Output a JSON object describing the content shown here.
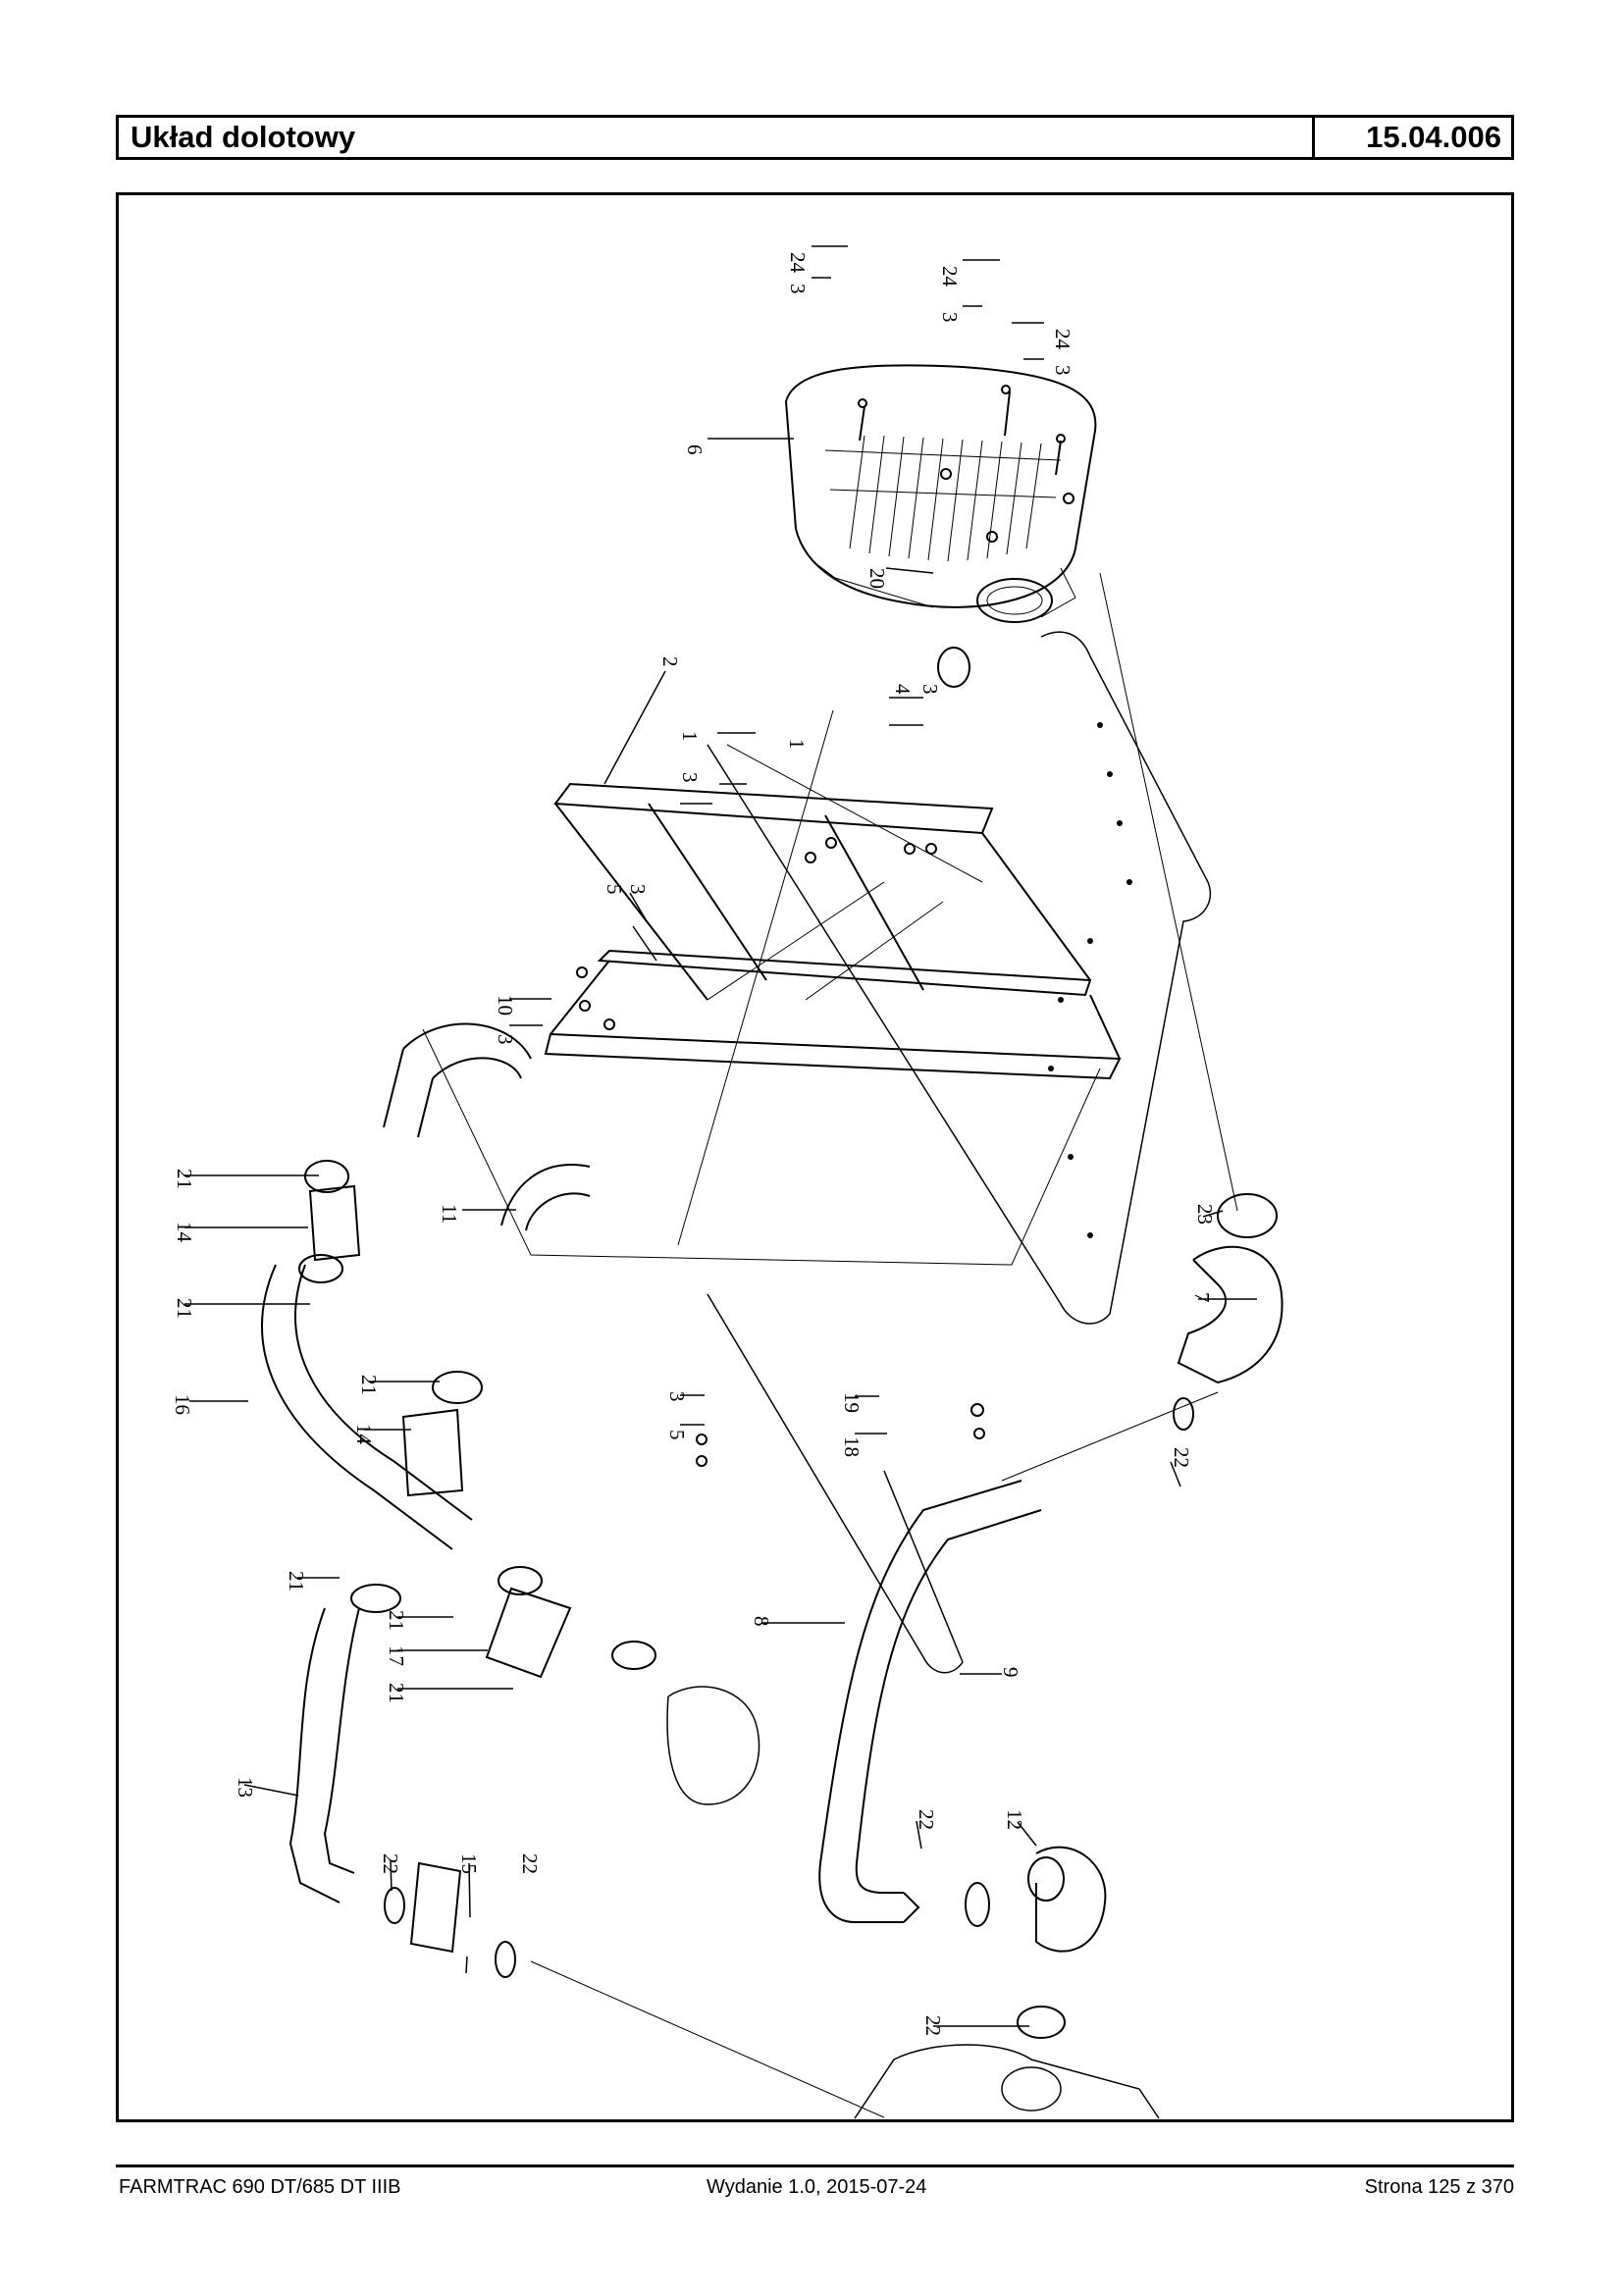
{
  "header": {
    "title": "Układ dolotowy",
    "code": "15.04.006"
  },
  "footer": {
    "model": "FARMTRAC 690 DT/685 DT IIIB",
    "edition": "Wydanie 1.0,  2015-07-24",
    "page": "Strona 125 z 370"
  },
  "callouts": [
    "24",
    "3",
    "24",
    "3",
    "24",
    "3",
    "6",
    "20",
    "4",
    "3",
    "1",
    "2",
    "1",
    "3",
    "5",
    "3",
    "3",
    "10",
    "3",
    "21",
    "14",
    "11",
    "23",
    "21",
    "7",
    "16",
    "21",
    "14",
    "5",
    "3",
    "19",
    "18",
    "22",
    "21",
    "21",
    "8",
    "17",
    "21",
    "9",
    "13",
    "22",
    "15",
    "22",
    "22",
    "12",
    "22"
  ]
}
